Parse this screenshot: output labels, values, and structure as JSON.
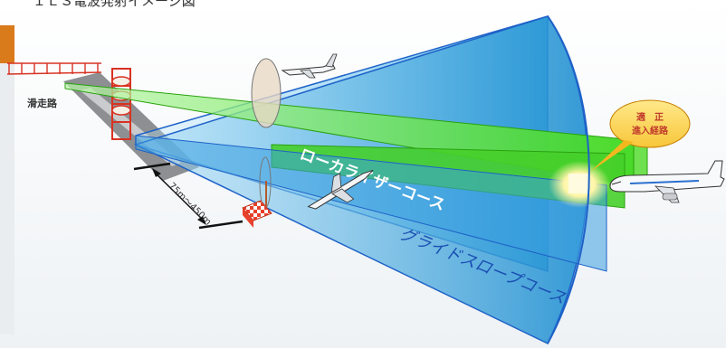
{
  "title": "ＩＬＳ電波発射イメージ図",
  "labels": {
    "runway": "滑走路",
    "distance": "75m～450m",
    "localizer": "ローカライザーコース",
    "glideslope": "グライドスロープコース",
    "correct_path_line1": "適　正",
    "correct_path_line2": "進入経路"
  },
  "colors": {
    "localizer_green": "#55e13a",
    "glideslope_blue": "#3bb0e6",
    "cone_blue": "#56c8f0",
    "callout_orange": "#f2a900",
    "accent_bar": "#d97a1b"
  }
}
